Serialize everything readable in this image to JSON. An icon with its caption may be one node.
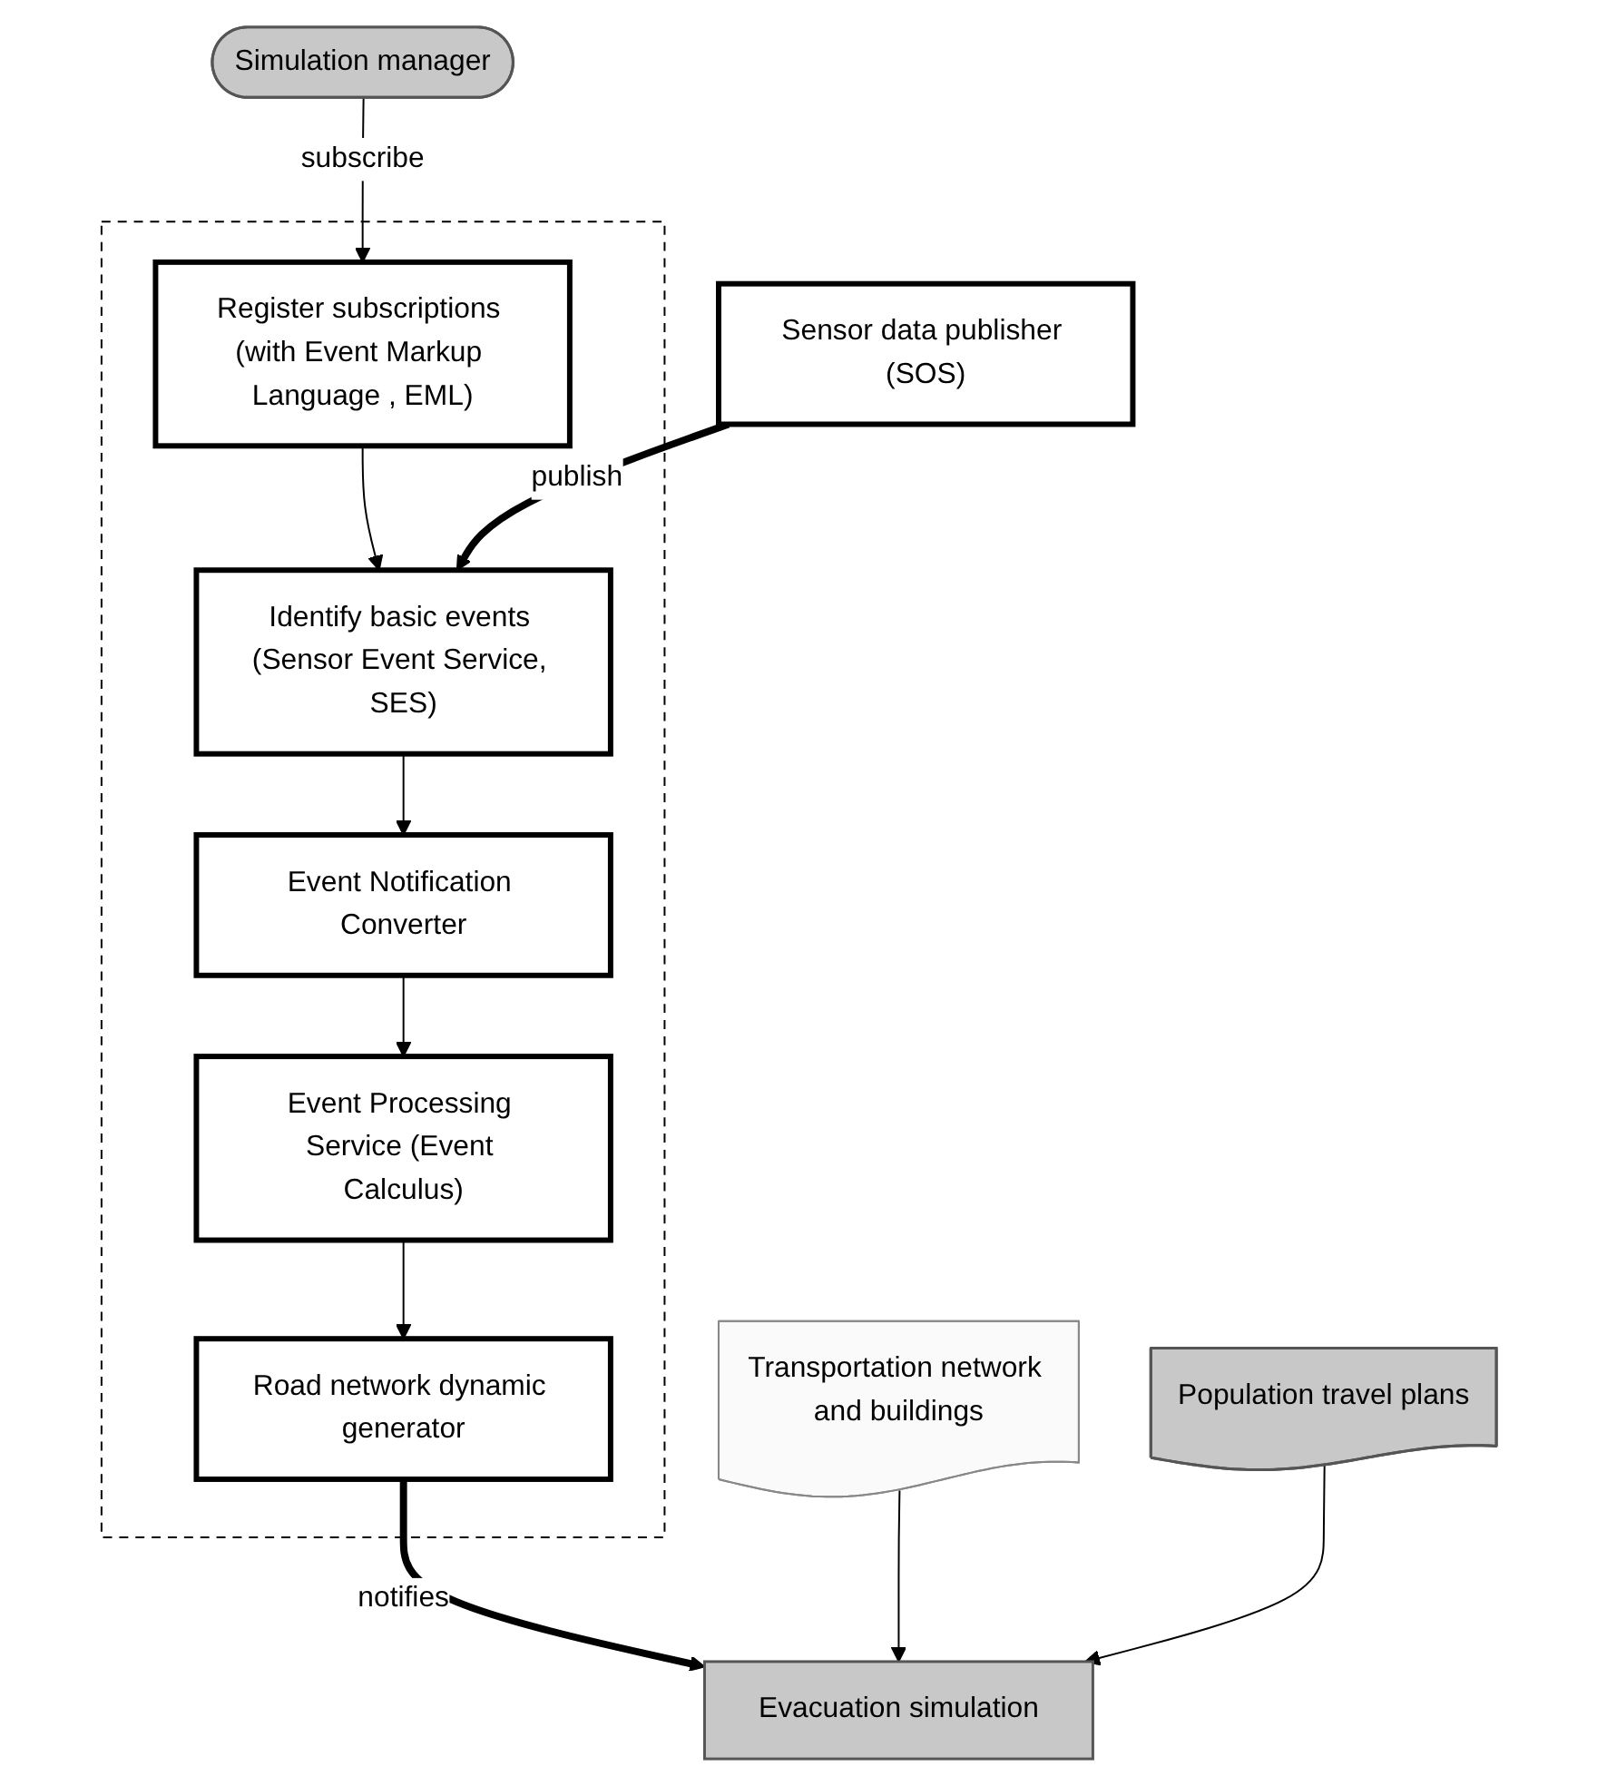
{
  "diagram": {
    "nodes": [
      {
        "text": [],
        "shape": "box"
      },
      {
        "text": [
          "Register subscriptions (with Event Markup Language , EML)"
        ],
        "in": 0
      },
      {
        "text": [
          "Identify basic events (Sensor Event Service, SES)"
        ],
        "in": 0
      },
      {
        "text": [
          "Event Notification Converter"
        ],
        "in": 0
      },
      {
        "text": [
          "Event Processing Service (Event Calculus)"
        ],
        "in": 0
      },
      {
        "text": [
          "Road network dynamic generator"
        ],
        "in": 0
      },
      {
        "text": [
          "Simulation manager"
        ]
      },
      {
        "text": [
          "Sensor data publisher (SOS)"
        ]
      },
      {
        "text": [
          "Transportation network and buildings"
        ]
      },
      {
        "text": [
          "Population travel plans"
        ]
      },
      {
        "text": [
          "Evacuation simulation"
        ]
      }
    ],
    "edges": [
      {
        "from": 6,
        "to": 1,
        "arrow": "to",
        "label": "subscribe"
      },
      {
        "from": 1,
        "to": 2,
        "arrow": "to"
      },
      {
        "from": 7,
        "to": 2,
        "arrow": "to",
        "label": "publish",
        "style": "thick"
      },
      {
        "from": 2,
        "to": 3,
        "arrow": "to"
      },
      {
        "from": 3,
        "to": 4,
        "arrow": "to"
      },
      {
        "from": 4,
        "to": 5,
        "arrow": "to"
      },
      {
        "from": 5,
        "to": 10,
        "arrow": "to",
        "label": "notifies",
        "style": "thick"
      },
      {
        "from": 8,
        "to": 10,
        "arrow": "to"
      },
      {
        "from": 9,
        "to": 10,
        "arrow": "to"
      }
    ]
  }
}
